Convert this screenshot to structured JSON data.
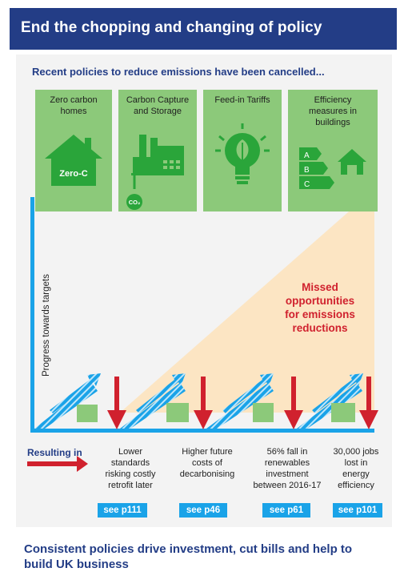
{
  "header": {
    "title": "End the chopping and changing of policy"
  },
  "subtitle": "Recent policies to reduce emissions have been cancelled...",
  "policies": [
    {
      "line1": "Zero carbon",
      "line2": "homes",
      "line3": "",
      "icon_text": "Zero-C"
    },
    {
      "line1": "Carbon Capture",
      "line2": "and Storage",
      "line3": "",
      "icon_text": "CO₂"
    },
    {
      "line1": "Feed-in Tariffs",
      "line2": "",
      "line3": ""
    },
    {
      "line1": "Efficiency",
      "line2": "measures in",
      "line3": "buildings",
      "grades": [
        "A",
        "B",
        "C"
      ]
    }
  ],
  "axis_label": "Progress towards targets",
  "missed": {
    "line1": "Missed",
    "line2": "opportunities",
    "line3": "for emissions",
    "line4": "reductions"
  },
  "resulting_label": "Resulting in",
  "results": [
    {
      "line1": "Lower",
      "line2": "standards",
      "line3": "risking costly",
      "line4": "retrofit later",
      "see": "see p111"
    },
    {
      "line1": "Higher future",
      "line2": "costs of",
      "line3": "decarbonising",
      "line4": "",
      "see": "see p46"
    },
    {
      "line1": "56% fall in",
      "line2": "renewables",
      "line3": "investment",
      "line4": "between 2016-17",
      "see": "see p61"
    },
    {
      "line1": "30,000 jobs",
      "line2": "lost in",
      "line3": "energy",
      "line4": "efficiency",
      "see": "see p101"
    }
  ],
  "footer": "Consistent policies drive investment, cut bills and help to build UK business",
  "colors": {
    "navy": "#233d86",
    "green": "#8cc97a",
    "blue": "#1aa3e8",
    "red": "#d0212e",
    "peach": "#fce5c3"
  }
}
